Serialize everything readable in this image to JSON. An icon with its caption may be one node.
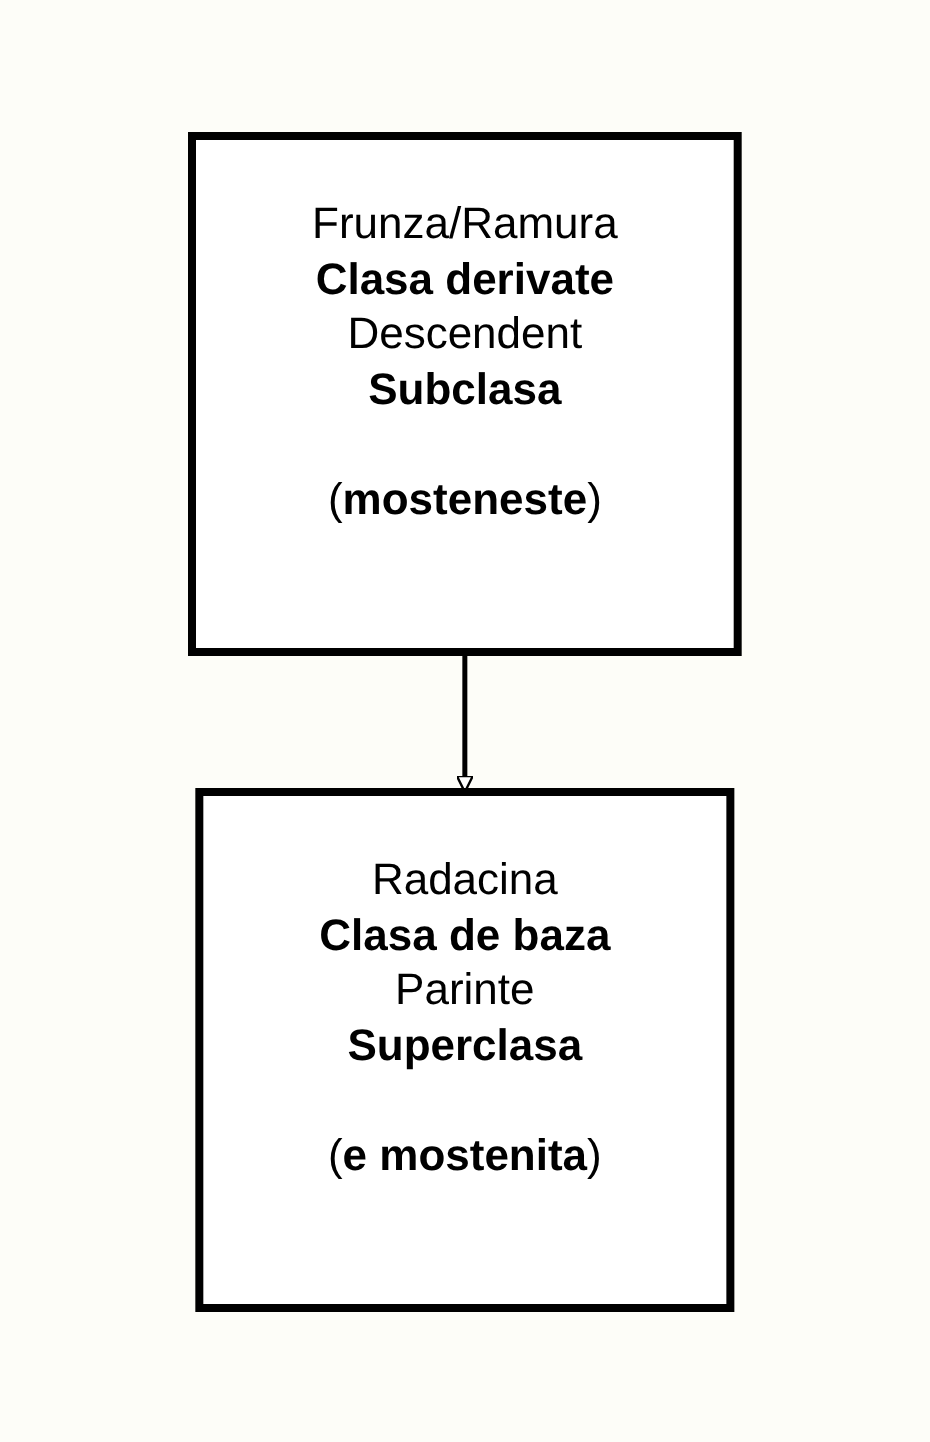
{
  "diagram": {
    "nodes": [
      {
        "text": [
          "Frunza/Ramura",
          "**Clasa derivate**",
          "Descendent",
          "**Subclasa**",
          "(**mosteneste**)"
        ]
      },
      {
        "text": [
          "Radacina",
          "**Clasa de baza**",
          "Parinte",
          "**Superclasa**",
          "(**e mostenita**)"
        ]
      }
    ],
    "edges": [
      {
        "from": 0,
        "to": 1,
        "arrow": "to"
      }
    ]
  }
}
